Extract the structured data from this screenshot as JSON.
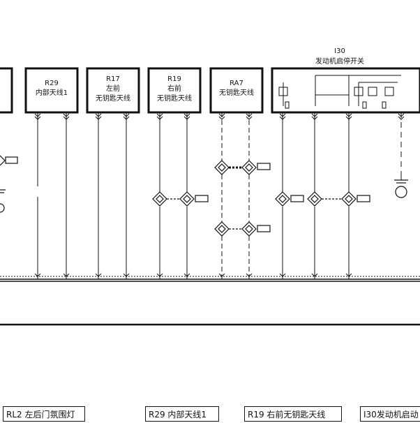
{
  "components": {
    "r29": {
      "code": "R29",
      "name": "内部天线1"
    },
    "r17": {
      "code": "R17",
      "name_line1": "左前",
      "name_line2": "无钥匙天线"
    },
    "r19": {
      "code": "R19",
      "name_line1": "右前",
      "name_line2": "无钥匙天线"
    },
    "ra7": {
      "code": "RA7",
      "name": "无钥匙天线"
    },
    "i30": {
      "code": "I30",
      "name": "发动机启停开关"
    }
  },
  "footer": [
    {
      "label": "RL2 左后门氛围灯"
    },
    {
      "label": "R29 内部天线1"
    },
    {
      "label": "R19 右前无钥匙天线"
    },
    {
      "label": "I30发动机启动"
    }
  ]
}
